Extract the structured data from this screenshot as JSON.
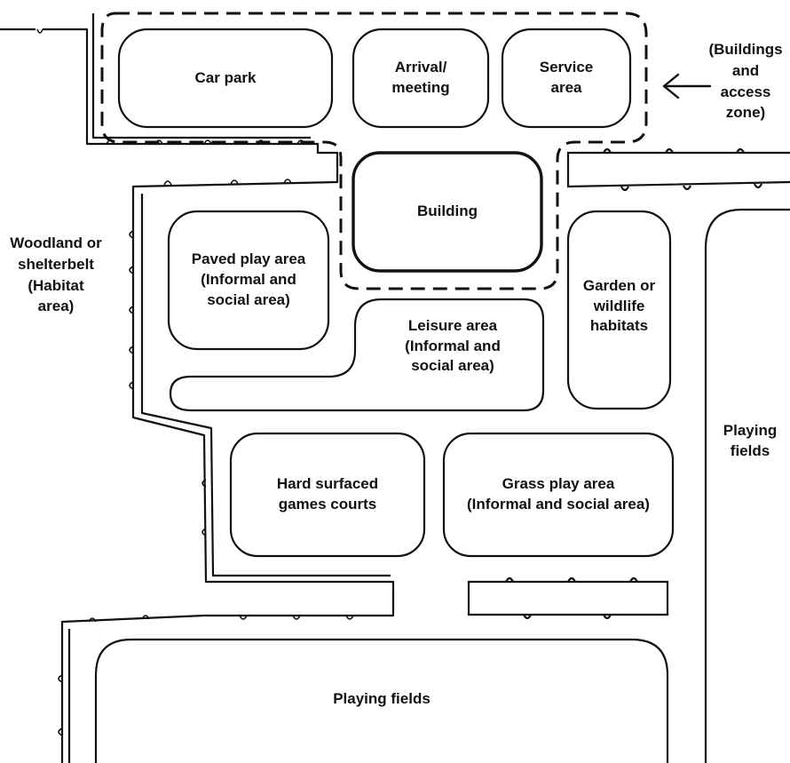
{
  "diagram": {
    "zones": {
      "car_park": "Car park",
      "arrival_meeting": "Arrival/\nmeeting",
      "service_area": "Service\narea",
      "building": "Building",
      "paved_play_area": "Paved play area\n(Informal and\nsocial area)",
      "leisure_area": "Leisure area\n(Informal and\nsocial area)",
      "garden_wildlife": "Garden or\nwildlife\nhabitats",
      "hard_courts": "Hard surfaced\ngames courts",
      "grass_play_area": "Grass play area\n(Informal and social area)",
      "playing_fields_bottom": "Playing fields",
      "playing_fields_right": "Playing\nfields"
    },
    "side_labels": {
      "woodland": "Woodland or\nshelterbelt\n(Habitat\narea)",
      "buildings_access": "(Buildings\nand\naccess\nzone)"
    },
    "icons": {
      "arrow": "arrow-left-icon"
    },
    "colors": {
      "line": "#111111",
      "background": "#ffffff"
    }
  }
}
